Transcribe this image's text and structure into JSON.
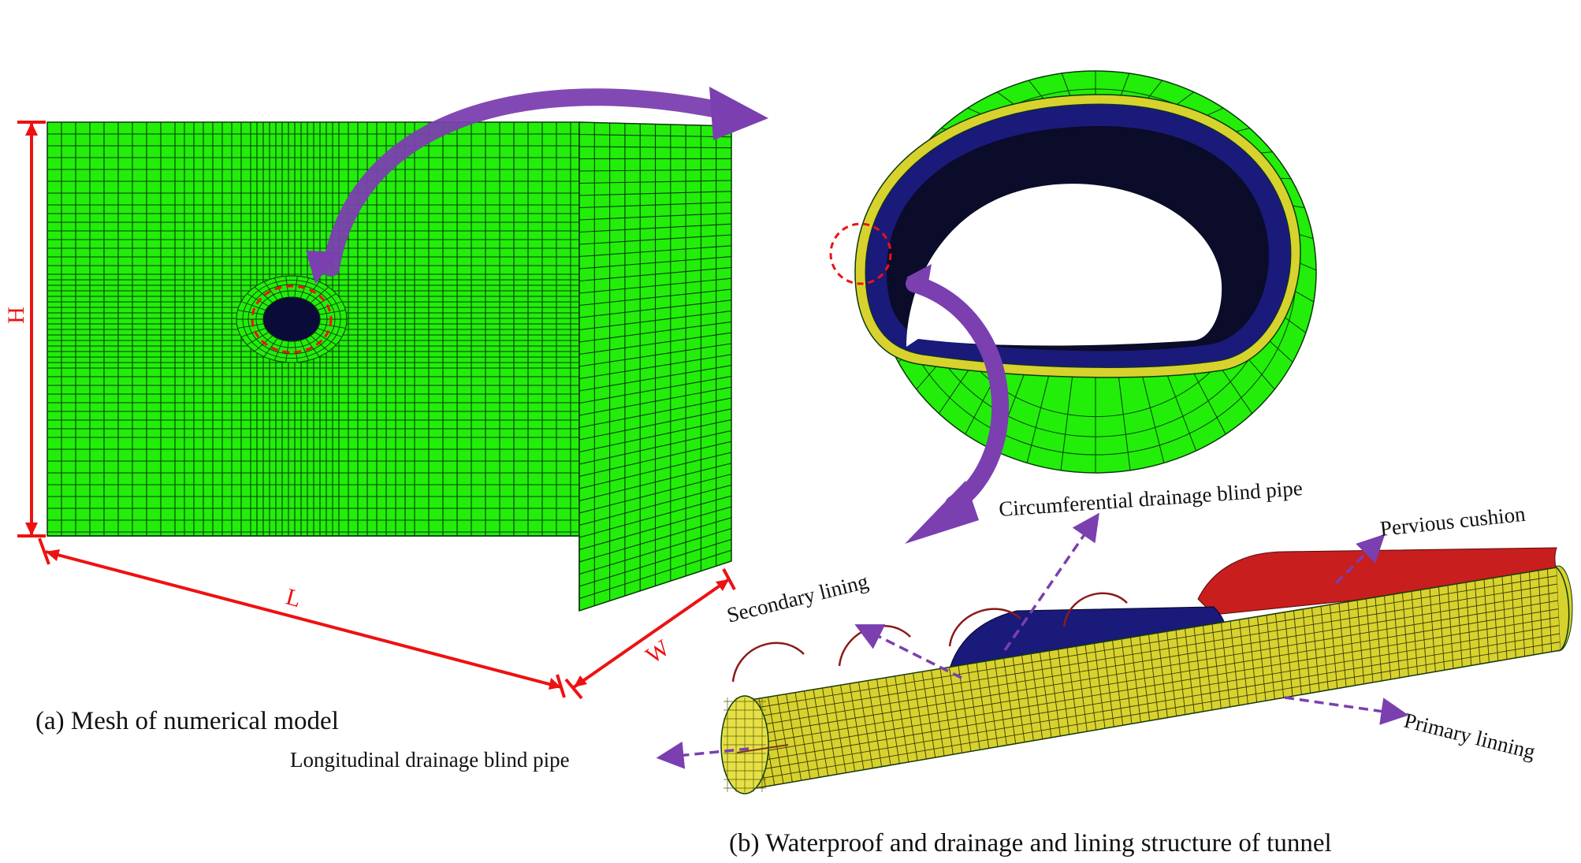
{
  "panel_a": {
    "caption": "(a) Mesh of numerical model",
    "dimensions": {
      "height": "H",
      "length": "L",
      "width": "W"
    }
  },
  "panel_b": {
    "caption": "(b) Waterproof and drainage and lining structure of tunnel",
    "labels": {
      "circumferential": "Circumferential drainage blind pipe",
      "pervious": "Pervious cushion",
      "secondary": "Secondary lining",
      "primary": "Primary linning",
      "longitudinal": "Longitudinal drainage blind pipe"
    }
  },
  "colors": {
    "rock_mesh": "#22ee0a",
    "mesh_lines": "#0a3a0a",
    "primary_lining": "#d8d22e",
    "secondary_lining": "#1a1a7a",
    "pervious_cushion": "#c81e1e",
    "pipe": "#8b1a1a",
    "dimension": "#ee1111",
    "arrow": "#7b3fb0",
    "leader": "#7b3fb0"
  }
}
